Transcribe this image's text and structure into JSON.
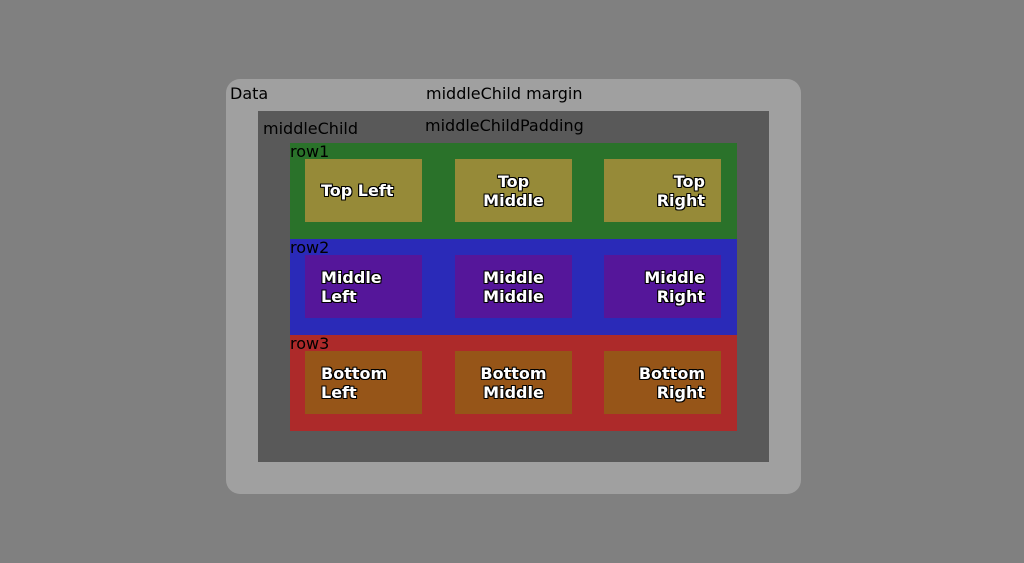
{
  "data_box": {
    "label": "Data",
    "margin_label": "middleChild margin"
  },
  "middle_child": {
    "label": "middleChild",
    "padding_label": "middleChildPadding"
  },
  "rows": [
    {
      "label": "row1",
      "color": "#2a722a",
      "cell_color": "#968a38",
      "cells": [
        {
          "line1": "Top Left",
          "line2": ""
        },
        {
          "line1": "Top Middle",
          "line2": ""
        },
        {
          "line1": "Top Right",
          "line2": ""
        }
      ]
    },
    {
      "label": "row2",
      "color": "#2a2ab8",
      "cell_color": "#55169a",
      "cells": [
        {
          "line1": "Middle Left",
          "line2": ""
        },
        {
          "line1": "Middle",
          "line2": "Middle"
        },
        {
          "line1": "Middle",
          "line2": "Right"
        }
      ]
    },
    {
      "label": "row3",
      "color": "#ad2a2a",
      "cell_color": "#965518",
      "cells": [
        {
          "line1": "Bottom",
          "line2": "Left"
        },
        {
          "line1": "Bottom",
          "line2": "Middle"
        },
        {
          "line1": "Bottom",
          "line2": "Right"
        }
      ]
    }
  ]
}
